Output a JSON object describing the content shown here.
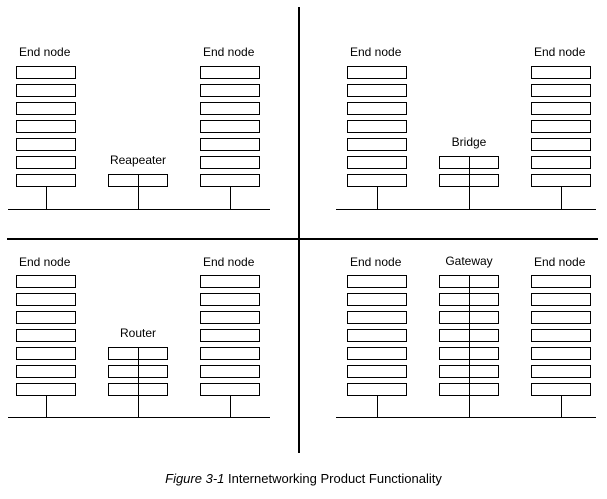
{
  "caption": {
    "figure_label": "Figure 3-1",
    "title": " Internetworking Product Functionality"
  },
  "diagram": {
    "background": "#ffffff",
    "line_color": "#000000",
    "end_node_label": "End node",
    "layers_per_end_node": 7,
    "quadrants": [
      {
        "id": "top-left",
        "left_label": "End node",
        "right_label": "End node",
        "device": {
          "label": "Reapeater",
          "layers": 1
        }
      },
      {
        "id": "top-right",
        "left_label": "End node",
        "right_label": "End node",
        "device": {
          "label": "Bridge",
          "layers": 2
        }
      },
      {
        "id": "bottom-left",
        "left_label": "End node",
        "right_label": "End node",
        "device": {
          "label": "Router",
          "layers": 3
        }
      },
      {
        "id": "bottom-right",
        "left_label": "End node",
        "right_label": "End node",
        "device": {
          "label": "Gateway",
          "layers": 7
        }
      }
    ]
  }
}
